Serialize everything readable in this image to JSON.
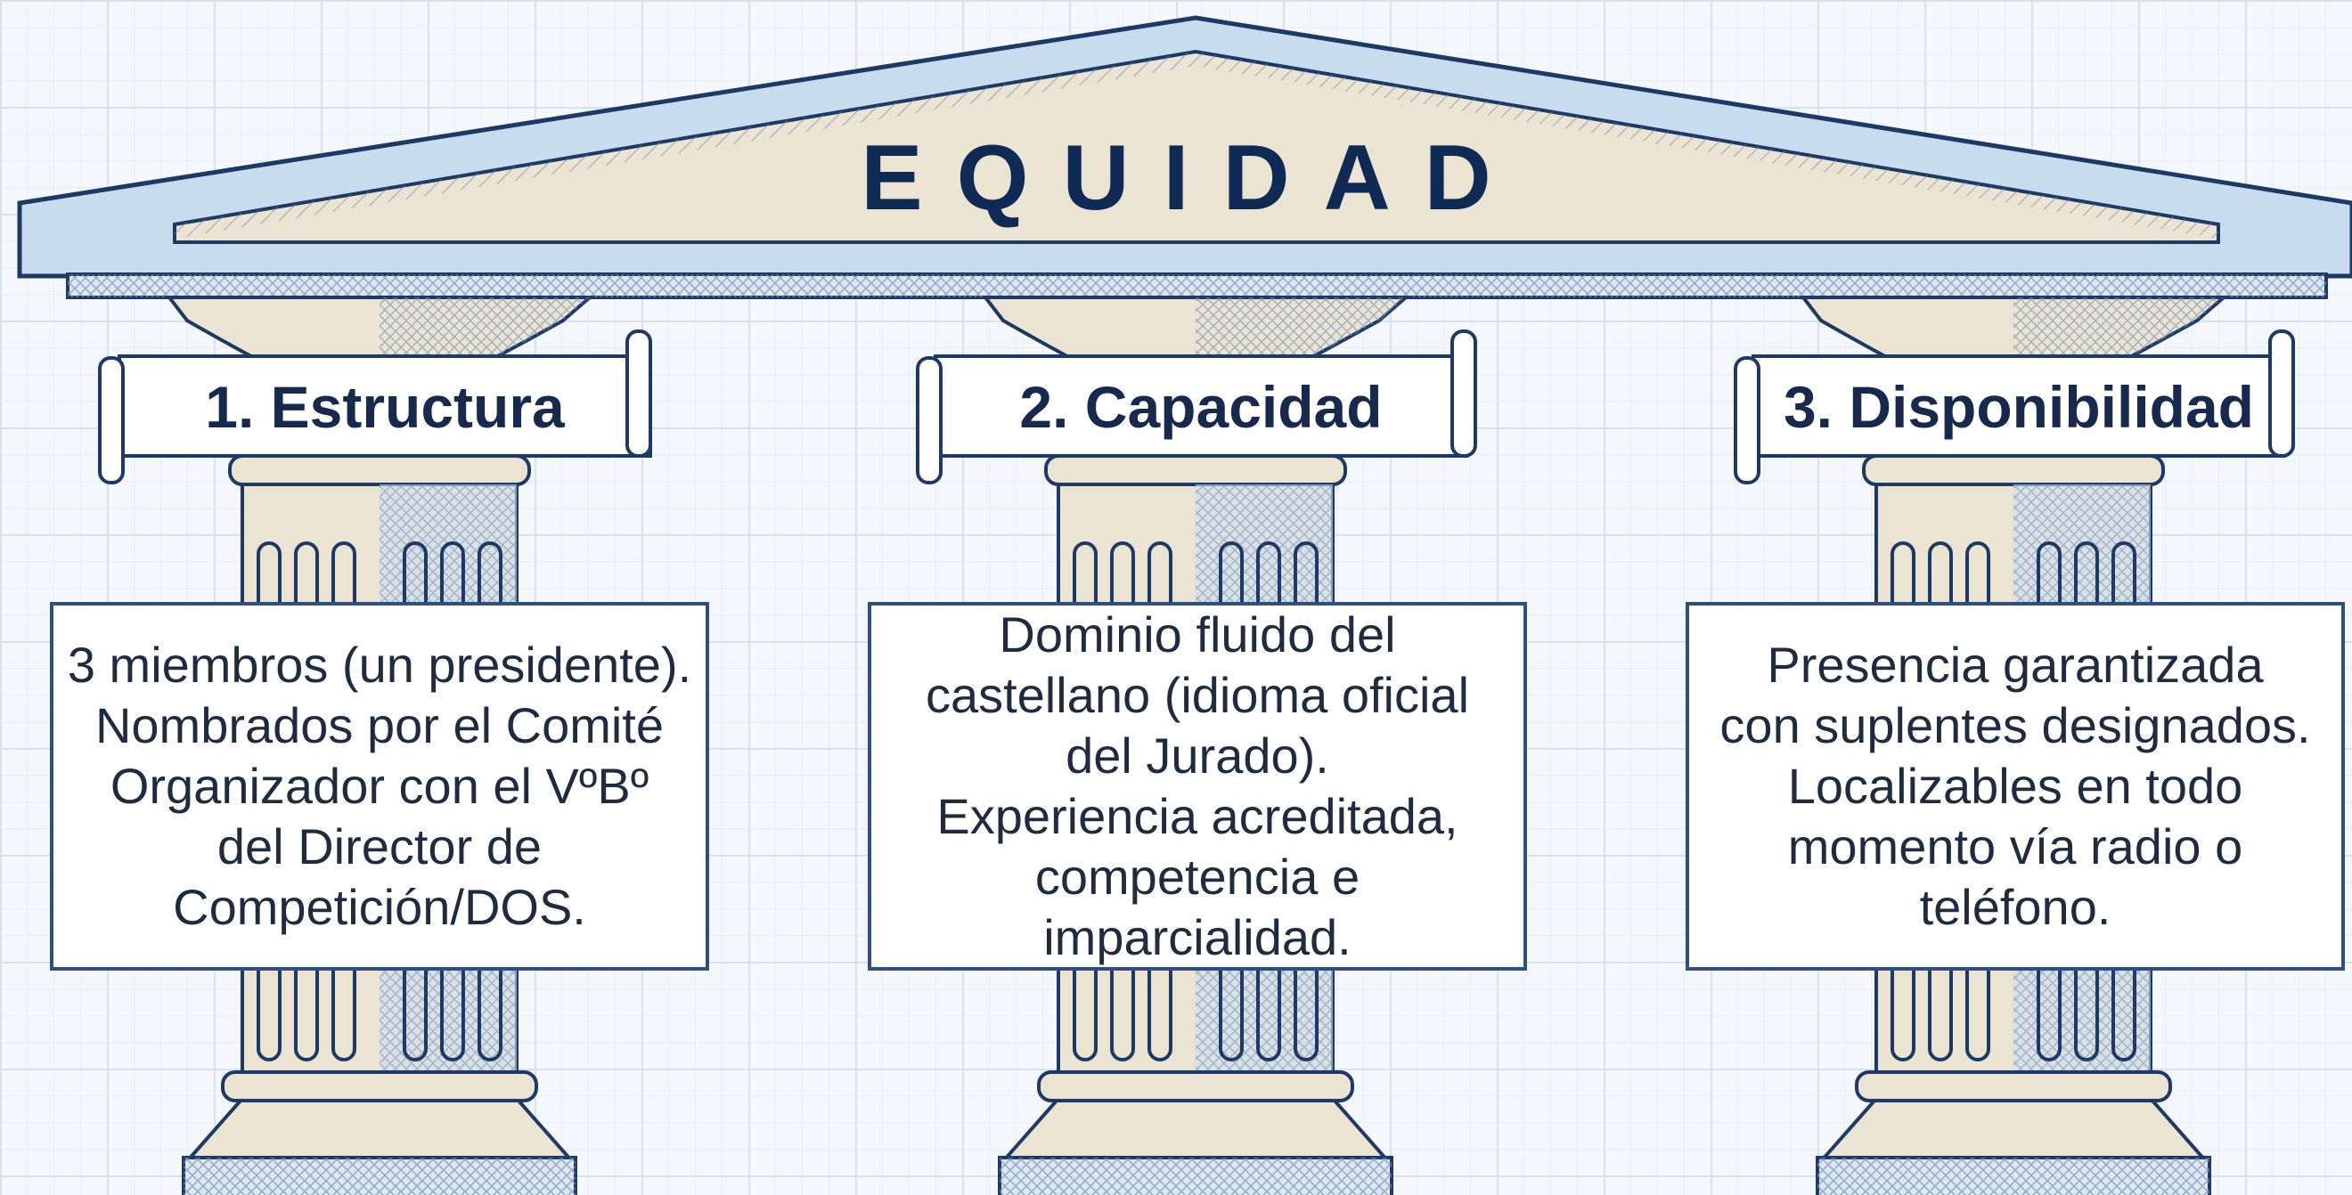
{
  "title": "EQUIDAD",
  "pillars": [
    {
      "heading": "1. Estructura",
      "description": "3 miembros (un presidente).\nNombrados por el Comité\nOrganizador con el VºBº\ndel Director de\nCompetición/DOS."
    },
    {
      "heading": "2. Capacidad",
      "description": "Dominio fluido del\ncastellano (idioma oficial\ndel Jurado).\nExperiencia acreditada,\ncompetencia e\nimparcialidad."
    },
    {
      "heading": "3. Disponibilidad",
      "description": "Presencia garantizada\ncon suplentes designados.\nLocalizables en todo\nmomento vía radio o\nteléfono."
    }
  ],
  "colors": {
    "navy": "#0e2a55",
    "outline": "#2f4f7f",
    "stone": "#ebe4d3",
    "blue_shade": "#cfdff0",
    "grid": "#d7e2ee"
  }
}
